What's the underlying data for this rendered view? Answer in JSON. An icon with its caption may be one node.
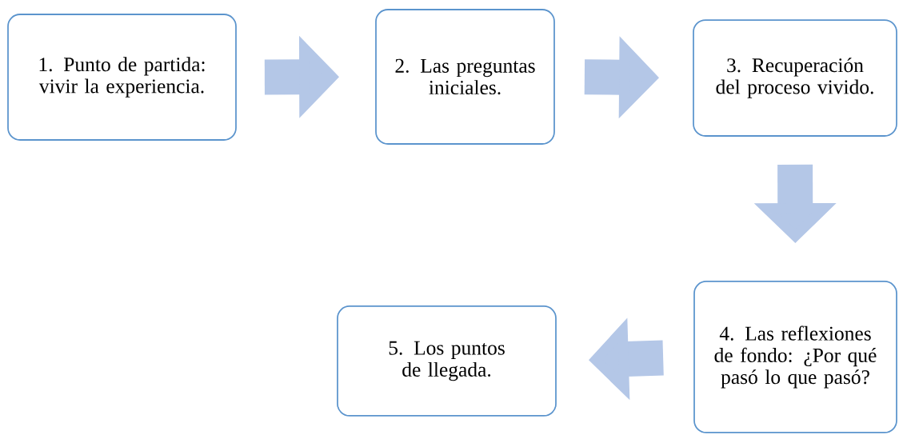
{
  "diagram": {
    "nodes": [
      {
        "text": [
          "1. Punto de partida: vivir la experiencia."
        ]
      },
      {
        "text": [
          "2. Las preguntas iniciales."
        ]
      },
      {
        "text": [
          "3. Recuperación del proceso vivido."
        ]
      },
      {
        "text": [
          "4. Las reflexiones de fondo: ¿Por qué pasó lo que pasó?"
        ]
      },
      {
        "text": [
          "5. Los puntos de llegada."
        ]
      }
    ],
    "edges": [
      {
        "from": 0,
        "to": 1,
        "arrow": "to"
      },
      {
        "from": 1,
        "to": 2,
        "arrow": "to"
      },
      {
        "from": 2,
        "to": 3,
        "arrow": "to"
      },
      {
        "from": 3,
        "to": 4,
        "arrow": "to"
      }
    ]
  }
}
